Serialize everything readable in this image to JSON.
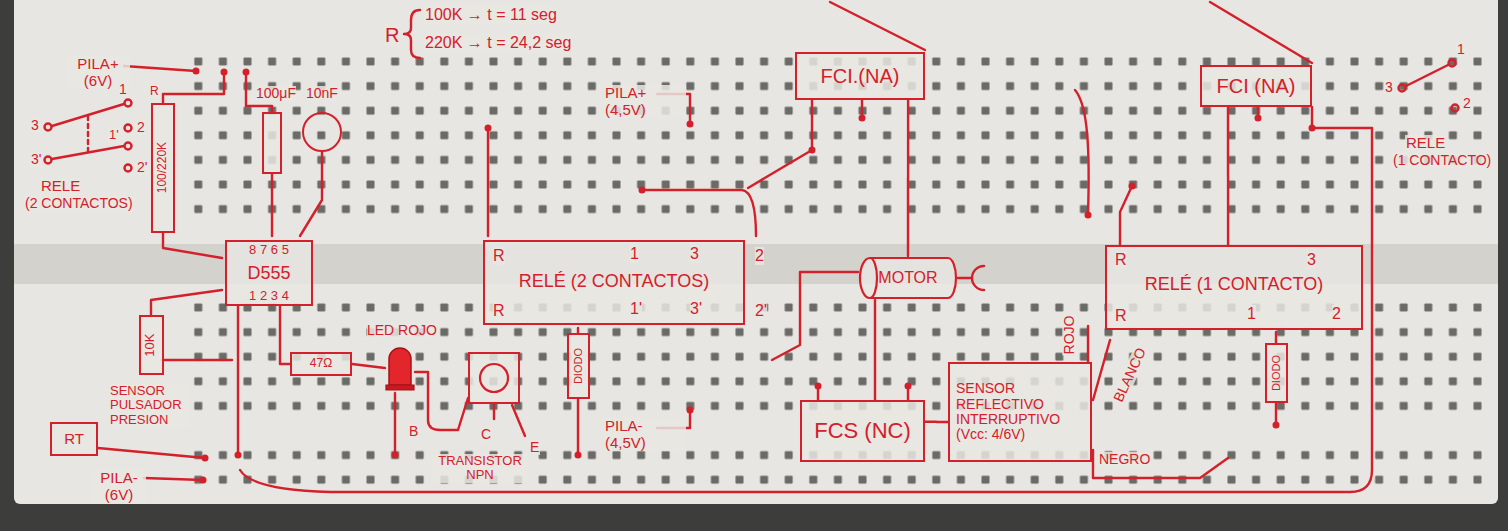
{
  "diagram": {
    "nodes": [
      {
        "text": [
          "FCI.(NA)"
        ]
      },
      {
        "text": [
          "FCI (NA)"
        ]
      },
      {
        "text": [
          "100/220K"
        ]
      },
      {
        "text": [
          "100μF"
        ]
      },
      {
        "text": [
          "10nF"
        ]
      },
      {
        "text": [
          "8 7 6 5",
          "D555",
          "1 2 3 4"
        ]
      },
      {
        "text": [
          "R",
          "1",
          "3",
          "2",
          "RELÉ (2 CONTACTOS)",
          "R",
          "1'",
          "3'",
          "2'"
        ]
      },
      {
        "text": [
          "MOTOR"
        ]
      },
      {
        "text": [
          "R",
          "3",
          "RELÉ (1 CONTACTO)",
          "R",
          "1",
          "2"
        ]
      },
      {
        "text": [
          "LED ROJO"
        ]
      },
      {
        "text": [
          "10K"
        ]
      },
      {
        "text": [
          "47Ω"
        ]
      },
      {
        "text": [
          "TRANSISTOR NPN"
        ]
      },
      {
        "text": [
          "DIODO"
        ]
      },
      {
        "text": [
          "DIODO"
        ]
      },
      {
        "text": [
          "SENSOR REFLECTIVO INTERRUPTIVO (Vcc: 4/6V)"
        ]
      },
      {
        "text": [
          "FCS (NC)"
        ]
      },
      {
        "text": [
          "SENSOR PULSADOR PRESION",
          "RT"
        ]
      }
    ],
    "edges": [
      {
        "from": 0,
        "to": 7,
        "arrow": "none"
      },
      {
        "from": 16,
        "to": 7,
        "arrow": "none"
      },
      {
        "from": 1,
        "to": 8,
        "arrow": "none"
      },
      {
        "from": 16,
        "to": 15,
        "arrow": "none"
      }
    ],
    "labels": [
      "PILA+ (6V)",
      "R",
      "R",
      "100K → t = 11 seg",
      "220K → t = 24,2 seg",
      "1",
      "3",
      "2",
      "1'",
      "3'",
      "2'",
      "RELE",
      "(2 CONTACTOS)",
      "B",
      "C",
      "E",
      "PILA+ (4,5V)",
      "PILA- (4,5V)",
      "ROJO",
      "BLANCO",
      "NEGRO",
      "1",
      "3",
      "2",
      "RELE",
      "(1 CONTACTO)",
      "PILA- (6V)"
    ]
  }
}
